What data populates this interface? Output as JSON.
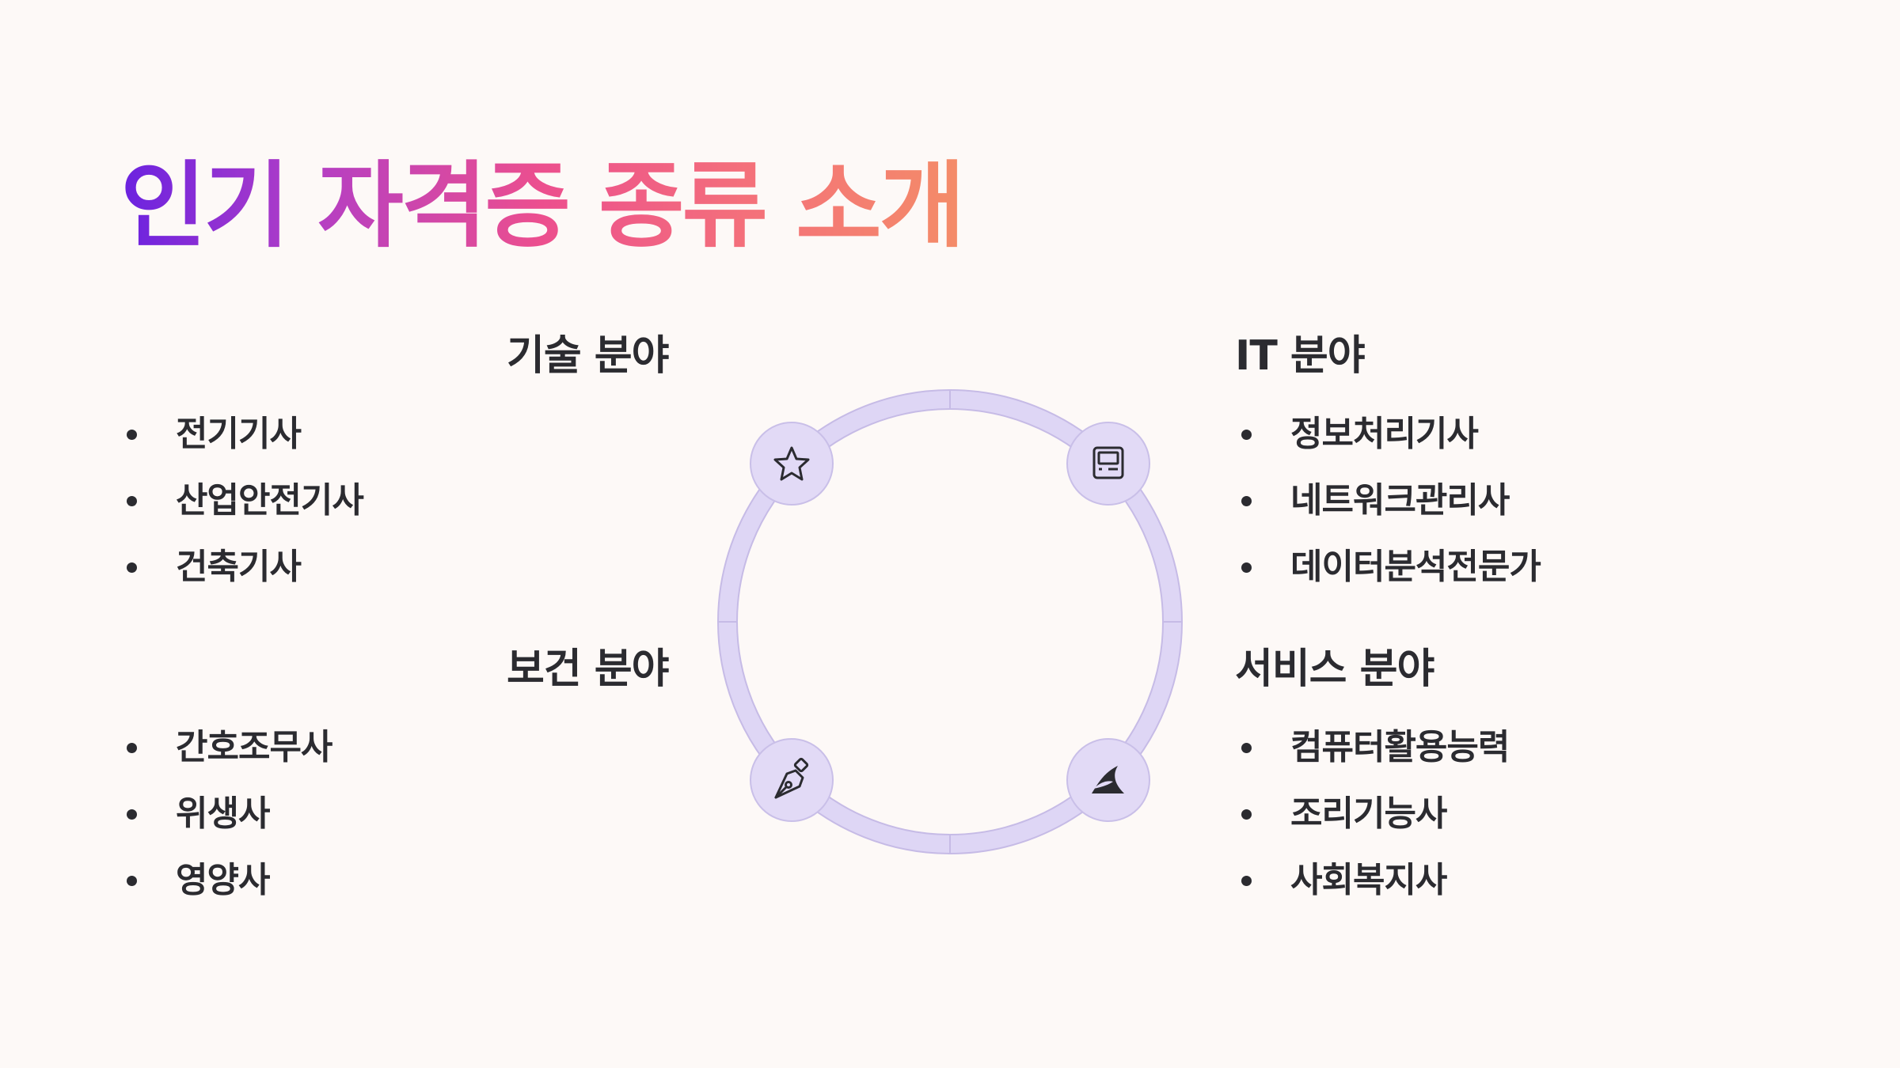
{
  "title": "인기 자격증 종류 소개",
  "quadrants": {
    "tech": {
      "heading": "기술 분야",
      "icon": "star-icon",
      "items": [
        "전기기사",
        "산업안전기사",
        "건축기사"
      ]
    },
    "it": {
      "heading": "IT 분야",
      "icon": "computer-icon",
      "items": [
        "정보처리기사",
        "네트워크관리사",
        "데이터분석전문가"
      ]
    },
    "health": {
      "heading": "보건 분야",
      "icon": "pen-nib-icon",
      "items": [
        "간호조무사",
        "위생사",
        "영양사"
      ]
    },
    "service": {
      "heading": "서비스 분야",
      "icon": "shark-fin-icon",
      "items": [
        "컴퓨터활용능력",
        "조리기능사",
        "사회복지사"
      ]
    }
  },
  "colors": {
    "ring": "#ded6f5",
    "ring_stroke": "#c6bbe6",
    "node": "#e2daf6",
    "text": "#2b2b30",
    "background": "#fdf9f7"
  }
}
